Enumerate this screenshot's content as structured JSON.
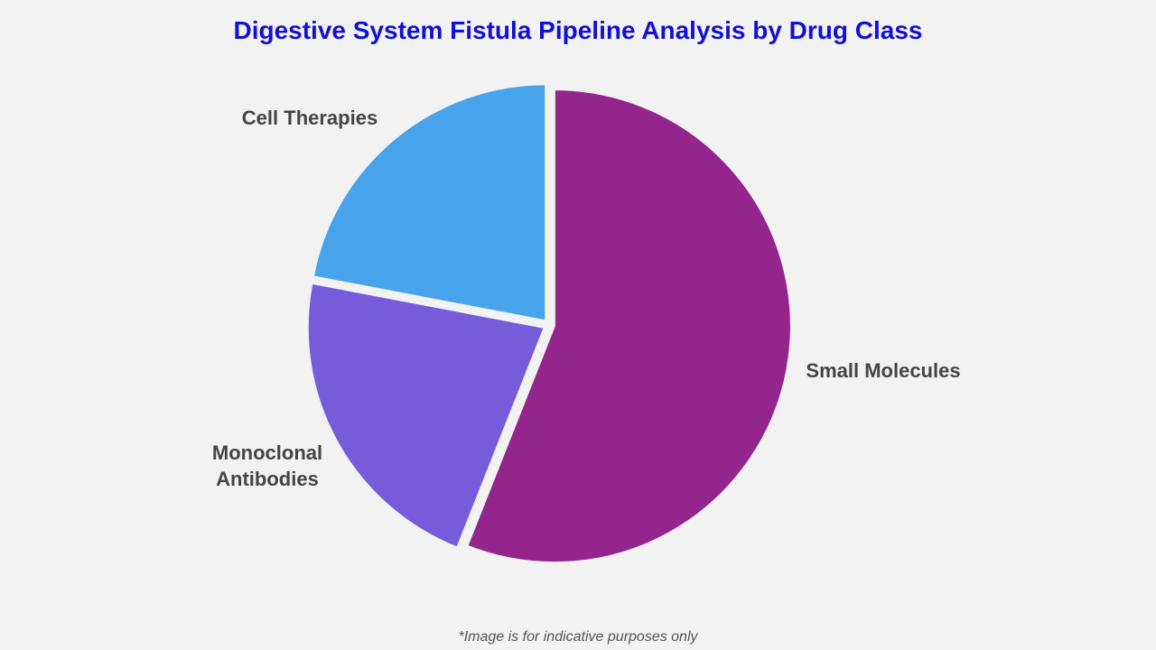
{
  "title": "Digestive System Fistula Pipeline Analysis by Drug Class",
  "footnote": "*Image is for indicative purposes only",
  "chart_data": {
    "type": "pie",
    "title": "Digestive System Fistula Pipeline Analysis by Drug Class",
    "start": "12 o'clock",
    "direction": "clockwise",
    "legend": "none",
    "slices": [
      {
        "label": [
          "Small Molecules"
        ],
        "value": 56,
        "color": "#93258d"
      },
      {
        "label": [
          "Monoclonal",
          "Antibodies"
        ],
        "value": 22,
        "color": "#765cdb"
      },
      {
        "label": [
          "Cell Therapies"
        ],
        "value": 22,
        "color": "#47a4ec"
      }
    ]
  }
}
